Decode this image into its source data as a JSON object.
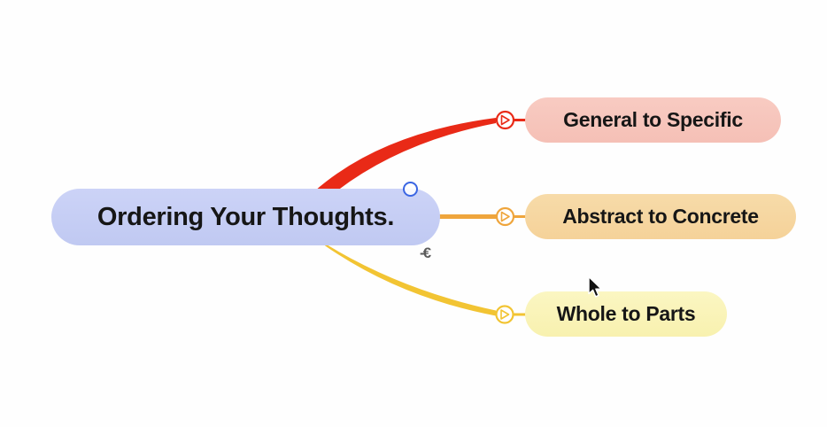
{
  "canvas": {
    "background_color": "#fefefe"
  },
  "mindmap": {
    "root": {
      "label": "Ordering Your Thoughts.",
      "fill_color": "#c5cdf4",
      "text_color": "#161616",
      "selection_handle_color": "#3b66e3"
    },
    "children": [
      {
        "label": "General to Specific",
        "fill_color": "#f7c5bc",
        "branch_color": "#e92a17"
      },
      {
        "label": "Abstract to Concrete",
        "fill_color": "#f6d7a1",
        "branch_color": "#efa53c"
      },
      {
        "label": "Whole to Parts",
        "fill_color": "#faf4ba",
        "branch_color": "#f2c433"
      }
    ],
    "fold_indicator": "-€"
  }
}
